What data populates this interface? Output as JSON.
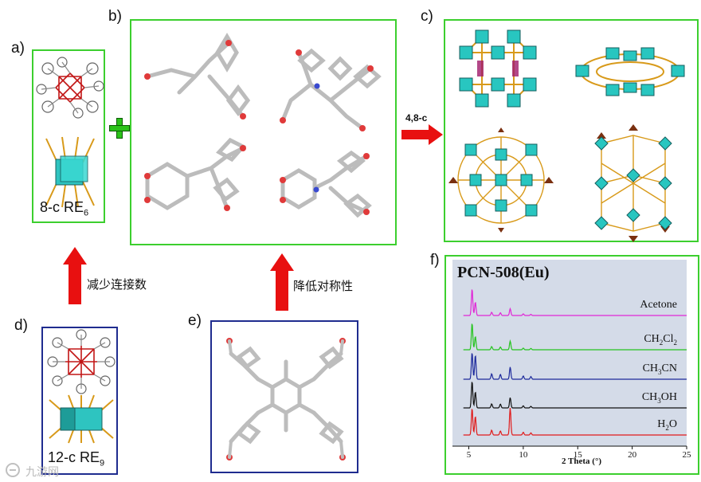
{
  "panels": {
    "a": {
      "label": "a)",
      "caption_main": "8-c RE",
      "caption_sub": "6"
    },
    "b": {
      "label": "b)"
    },
    "c": {
      "label": "c)"
    },
    "d": {
      "label": "d)",
      "caption_main": "12-c RE",
      "caption_sub": "9"
    },
    "e": {
      "label": "e)"
    },
    "f": {
      "label": "f)"
    }
  },
  "arrows": {
    "right_label": "4,8-c",
    "up_left_label": "减少连接数",
    "up_right_label": "降低对称性"
  },
  "plus_color": "#2bc21a",
  "arrow_color": "#e81010",
  "watermark": "九游网",
  "chart_data": {
    "type": "line",
    "title": "PCN-508(Eu)",
    "xlabel": "2 Theta (°)",
    "xlim": [
      3.5,
      25
    ],
    "xticks": [
      5,
      10,
      15,
      20,
      25
    ],
    "peaks": [
      5.3,
      5.6,
      7.1,
      7.9,
      8.8,
      10.0,
      10.7
    ],
    "series": [
      {
        "name": "Acetone",
        "color": "#e026d6",
        "heights": [
          1.0,
          0.5,
          0.12,
          0.1,
          0.25,
          0.06,
          0.04
        ]
      },
      {
        "name": "CH2Cl2",
        "label_main": "CH",
        "label_sub1": "2",
        "label_mid": "Cl",
        "label_sub2": "2",
        "color": "#25c41e",
        "heights": [
          1.0,
          0.5,
          0.12,
          0.1,
          0.32,
          0.06,
          0.05
        ]
      },
      {
        "name": "CH3CN",
        "label_main": "CH",
        "label_sub1": "3",
        "label_mid": "CN",
        "color": "#1d2a9c",
        "heights": [
          1.0,
          0.9,
          0.2,
          0.18,
          0.45,
          0.12,
          0.1
        ]
      },
      {
        "name": "CH3OH",
        "label_main": "CH",
        "label_sub1": "3",
        "label_mid": "OH",
        "color": "#111111",
        "heights": [
          1.0,
          0.6,
          0.15,
          0.14,
          0.38,
          0.08,
          0.06
        ]
      },
      {
        "name": "H2O",
        "label_main": "H",
        "label_sub1": "2",
        "label_mid": "O",
        "color": "#e01b1b",
        "heights": [
          1.0,
          0.7,
          0.18,
          0.15,
          1.0,
          0.1,
          0.08
        ]
      }
    ]
  }
}
